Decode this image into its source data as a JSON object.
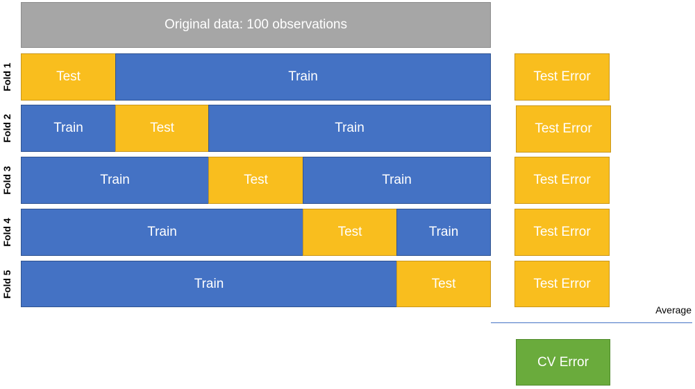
{
  "original": {
    "label": "Original data: 100 observations"
  },
  "folds": [
    {
      "label": "Fold 1",
      "segments": [
        "Test",
        "Train"
      ],
      "error": "Test Error"
    },
    {
      "label": "Fold 2",
      "segments": [
        "Train",
        "Test",
        "Train"
      ],
      "error": "Test Error"
    },
    {
      "label": "Fold 3",
      "segments": [
        "Train",
        "Test",
        "Train"
      ],
      "error": "Test Error"
    },
    {
      "label": "Fold 4",
      "segments": [
        "Train",
        "Test",
        "Train"
      ],
      "error": "Test Error"
    },
    {
      "label": "Fold 5",
      "segments": [
        "Train",
        "Test"
      ],
      "error": "Test Error"
    }
  ],
  "average_label": "Average",
  "cv_error_label": "CV Error",
  "colors": {
    "train": "#4472c4",
    "test": "#f9be1e",
    "original": "#a6a6a6",
    "cv_error": "#6aab3c",
    "average_line": "#4472c4"
  }
}
